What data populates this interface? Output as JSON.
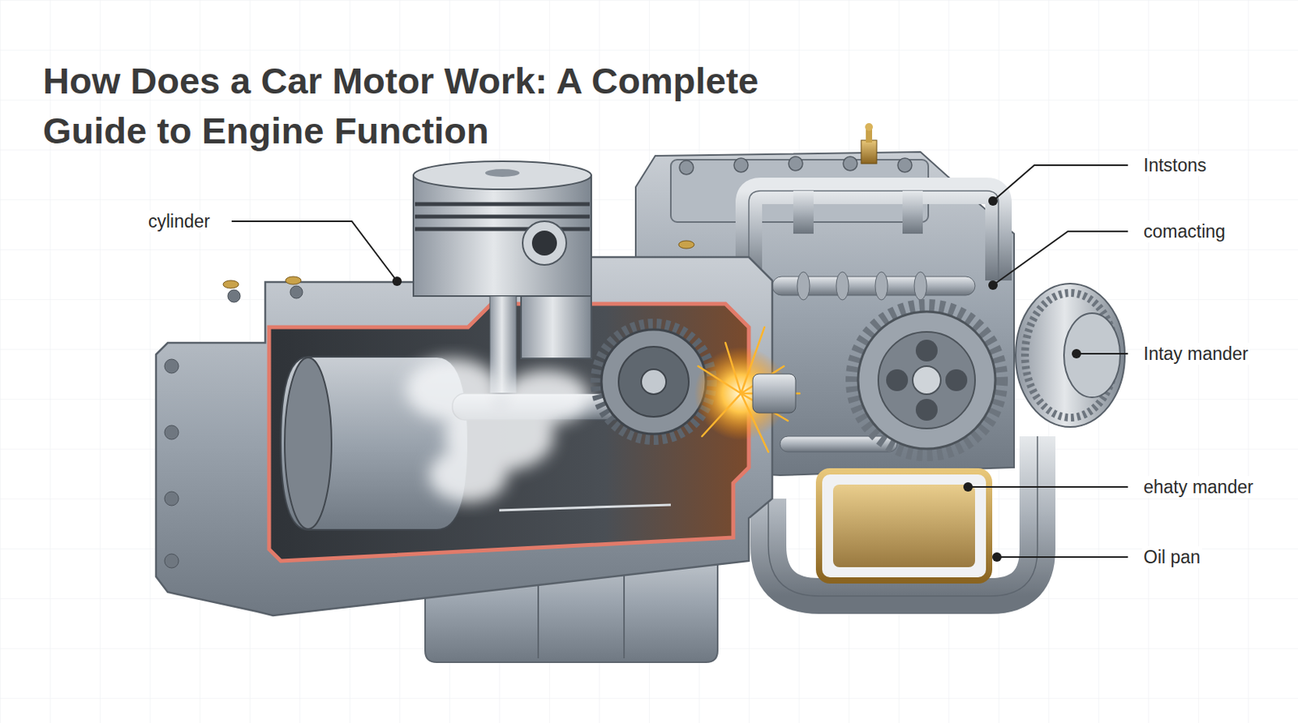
{
  "diagram": {
    "title": "How Does a Car Motor Work: A Complete Guide to Engine Function",
    "labels": [
      "cylinder",
      "Intstons",
      "comacting",
      "Intay mander",
      "ehaty mander",
      "Oil pan"
    ]
  }
}
